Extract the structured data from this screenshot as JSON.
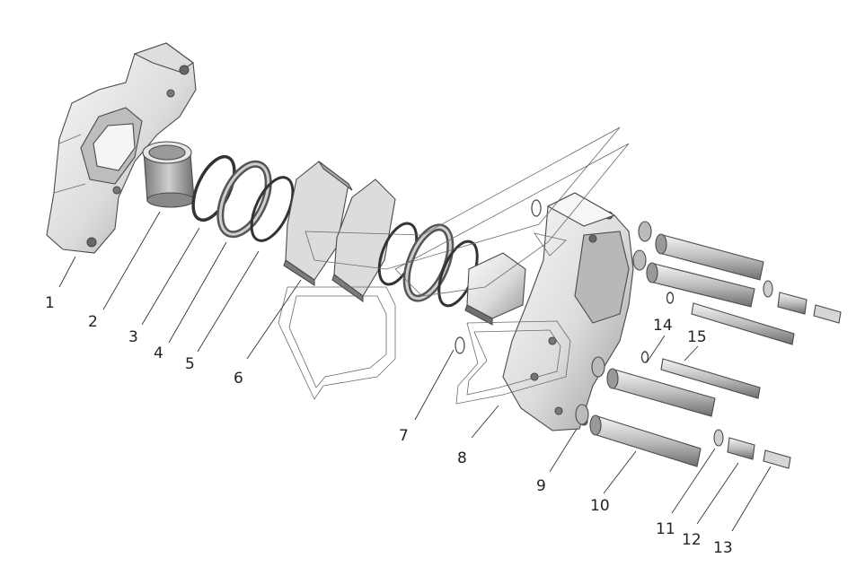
{
  "diagram": {
    "callouts": [
      {
        "id": "1",
        "label": "1"
      },
      {
        "id": "2",
        "label": "2"
      },
      {
        "id": "3",
        "label": "3"
      },
      {
        "id": "4",
        "label": "4"
      },
      {
        "id": "5",
        "label": "5"
      },
      {
        "id": "6",
        "label": "6"
      },
      {
        "id": "7",
        "label": "7"
      },
      {
        "id": "8",
        "label": "8"
      },
      {
        "id": "9",
        "label": "9"
      },
      {
        "id": "10",
        "label": "10"
      },
      {
        "id": "11",
        "label": "11"
      },
      {
        "id": "12",
        "label": "12"
      },
      {
        "id": "13",
        "label": "13"
      },
      {
        "id": "14",
        "label": "14"
      },
      {
        "id": "15",
        "label": "15"
      }
    ],
    "colors": {
      "part_light": "#f2f2f2",
      "part_mid": "#cfcfcf",
      "part_dark": "#8c8c8c",
      "outline": "#4a4a4a"
    }
  }
}
